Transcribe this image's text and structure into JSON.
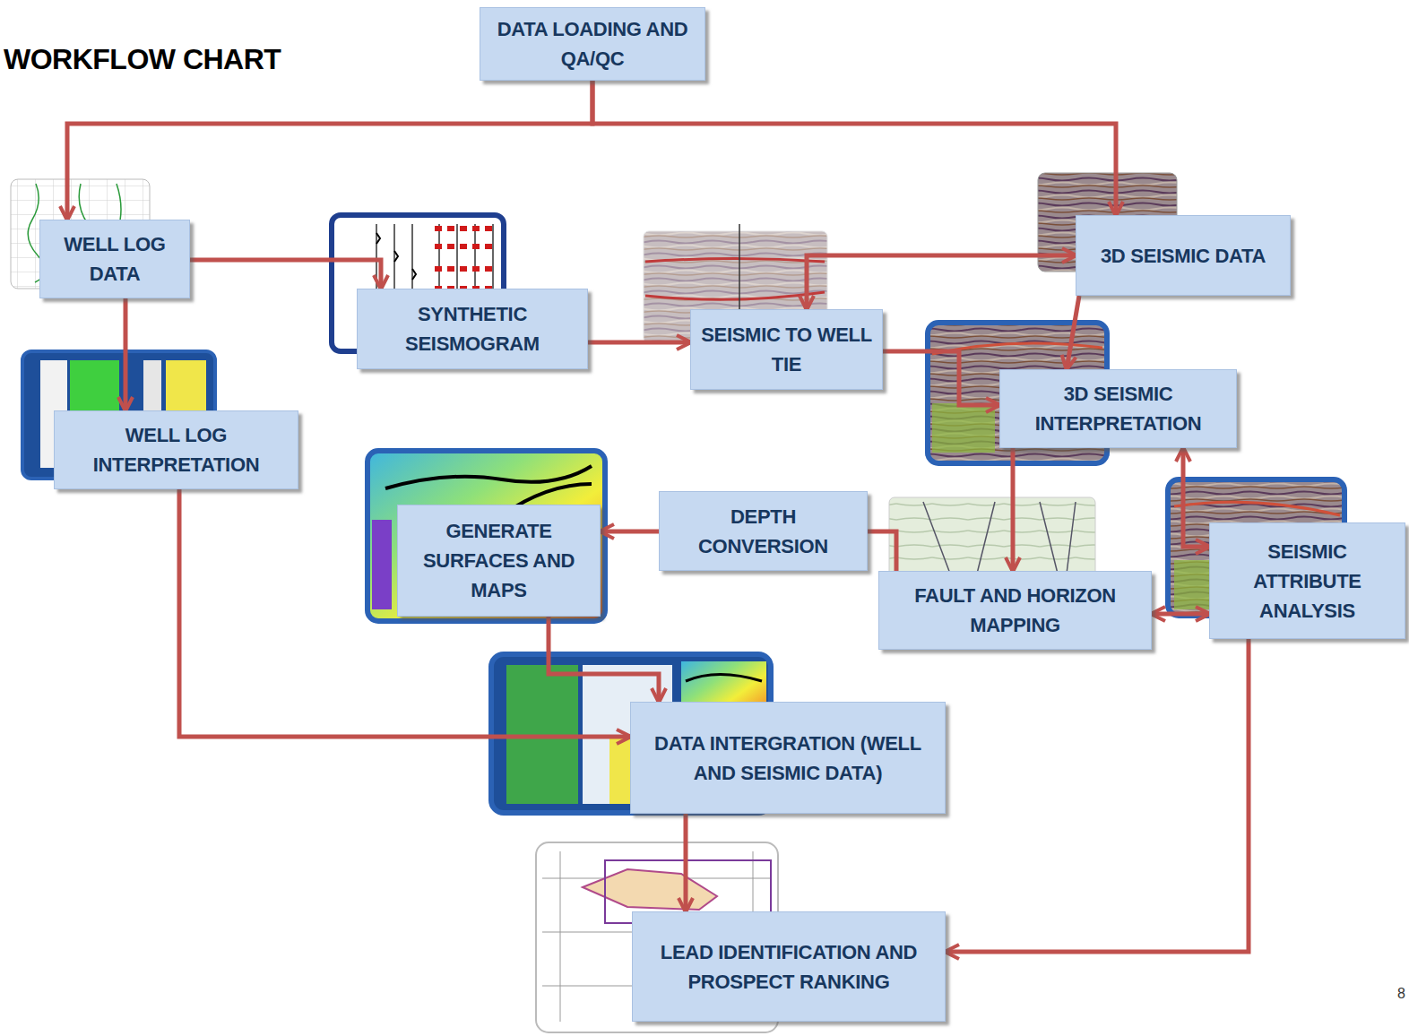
{
  "diagram": {
    "title": "WORKFLOW CHART",
    "nodes": [
      {
        "text": [
          "DATA LOADING AND QA/QC"
        ]
      },
      {
        "text": [
          "WELL LOG DATA"
        ]
      },
      {
        "text": [
          "SYNTHETIC SEISMOGRAM"
        ]
      },
      {
        "text": [
          "SEISMIC TO WELL TIE"
        ]
      },
      {
        "text": [
          "3D SEISMIC DATA"
        ]
      },
      {
        "text": [
          "WELL LOG INTERPRETATION"
        ]
      },
      {
        "text": [
          "3D SEISMIC INTERPRETATION"
        ]
      },
      {
        "text": [
          "DEPTH CONVERSION"
        ]
      },
      {
        "text": [
          "GENERATE SURFACES AND MAPS"
        ]
      },
      {
        "text": [
          "FAULT AND HORIZON MAPPING"
        ]
      },
      {
        "text": [
          "SEISMIC ATTRIBUTE ANALYSIS"
        ]
      },
      {
        "text": [
          "DATA INTERGRATION (WELL AND SEISMIC DATA)"
        ]
      },
      {
        "text": [
          "LEAD IDENTIFICATION AND PROSPECT RANKING"
        ]
      }
    ],
    "edges": [
      {
        "from": 0,
        "to": 1,
        "arrow": "to"
      },
      {
        "from": 0,
        "to": 4,
        "arrow": "to"
      },
      {
        "from": 1,
        "to": 2,
        "arrow": "to"
      },
      {
        "from": 1,
        "to": 5,
        "arrow": "to"
      },
      {
        "from": 2,
        "to": 3,
        "arrow": "to"
      },
      {
        "from": 4,
        "to": 3,
        "arrow": "both"
      },
      {
        "from": 3,
        "to": 6,
        "arrow": "to"
      },
      {
        "from": 4,
        "to": 6,
        "arrow": "to"
      },
      {
        "from": 6,
        "to": 9,
        "arrow": "to"
      },
      {
        "from": 6,
        "to": 10,
        "arrow": "both"
      },
      {
        "from": 9,
        "to": 10,
        "arrow": "both"
      },
      {
        "from": 9,
        "to": 7,
        "arrow": "none"
      },
      {
        "from": 7,
        "to": 8,
        "arrow": "to"
      },
      {
        "from": 8,
        "to": 11,
        "arrow": "to"
      },
      {
        "from": 5,
        "to": 11,
        "arrow": "to"
      },
      {
        "from": 11,
        "to": 12,
        "arrow": "to"
      },
      {
        "from": 10,
        "to": 12,
        "arrow": "to"
      }
    ],
    "labels": [
      "8"
    ]
  }
}
